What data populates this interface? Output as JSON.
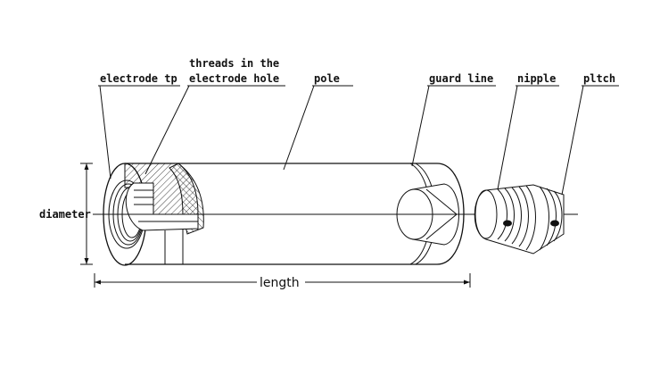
{
  "labels": {
    "electrode_tip": "electrode tp",
    "threads_line1": "threads in the",
    "threads_line2": "electrode hole",
    "pole": "pole",
    "guard_line": "guard line",
    "nipple": "nipple",
    "pitch": "pltch",
    "diameter": "diameter",
    "length": "length"
  }
}
